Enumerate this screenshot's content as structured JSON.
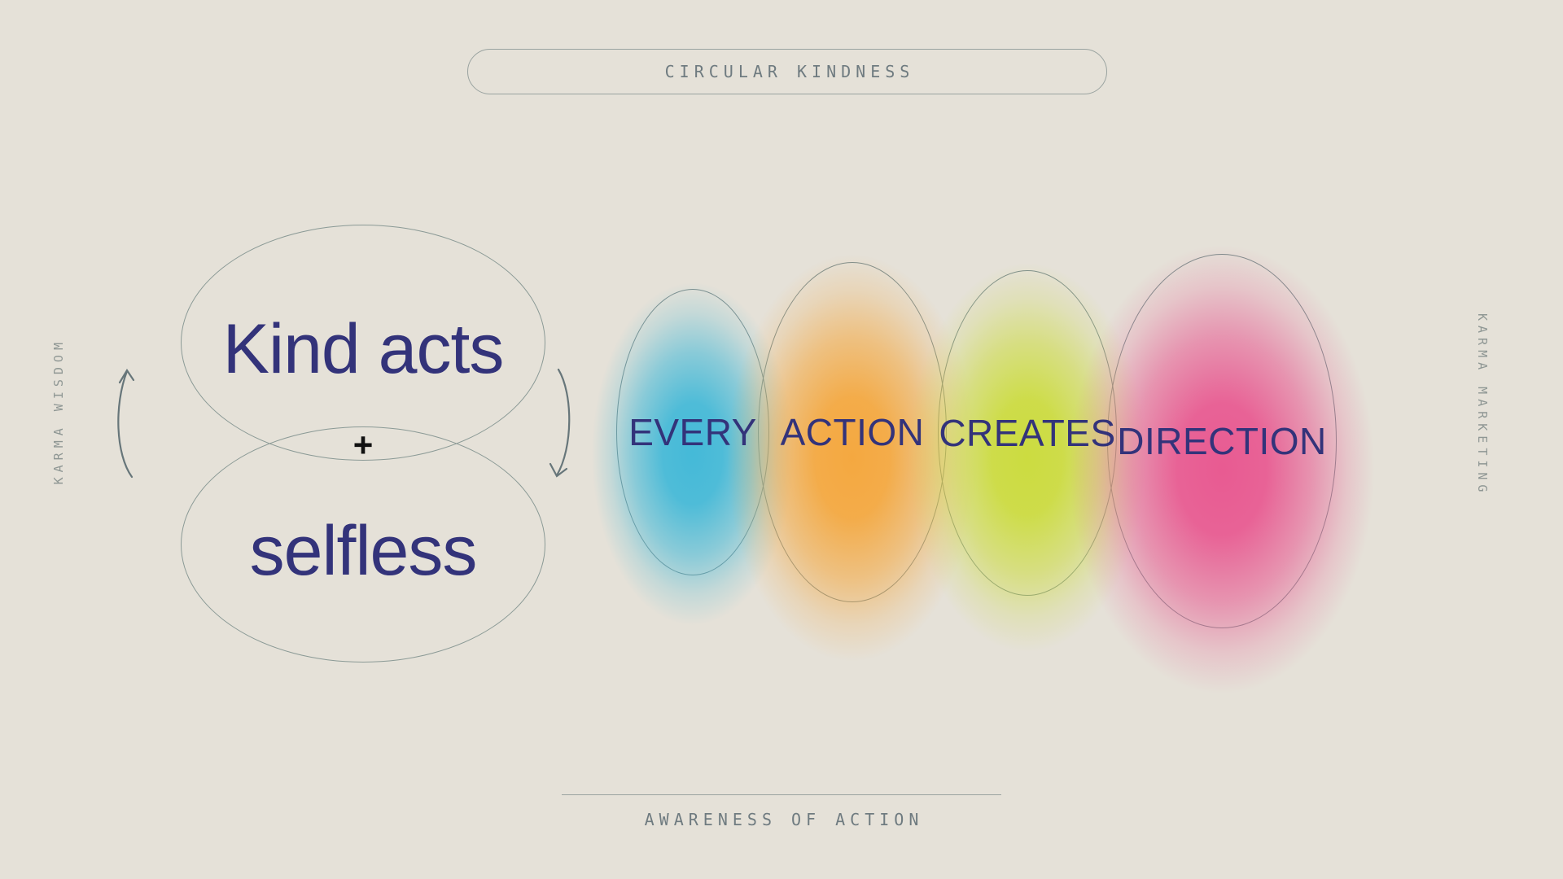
{
  "background_color": "#e5e1d8",
  "header": {
    "label": "CIRCULAR KINDNESS"
  },
  "side_labels": {
    "left": "KARMA WISDOM",
    "right": "KARMA MARKETING"
  },
  "footer": {
    "label": "AWARENESS OF ACTION"
  },
  "equation": {
    "top_word": "Kind acts",
    "operator": "+",
    "bottom_word": "selfless",
    "text_color": "#33337a",
    "outline_color": "#8b9a96"
  },
  "arrows": {
    "left": {
      "name": "cycle-arrow-up",
      "direction": "up"
    },
    "right": {
      "name": "cycle-arrow-down",
      "direction": "down"
    },
    "color": "#67767a"
  },
  "sequence": {
    "text_color": "#33337a",
    "outline_color": "#7d8d8c",
    "items": [
      {
        "label": "EVERY",
        "color": "#3eb8d8"
      },
      {
        "label": "ACTION",
        "color": "#f5a63a"
      },
      {
        "label": "CREATES",
        "color": "#cbdc3a"
      },
      {
        "label": "DIRECTION",
        "color": "#e8558f"
      }
    ]
  }
}
